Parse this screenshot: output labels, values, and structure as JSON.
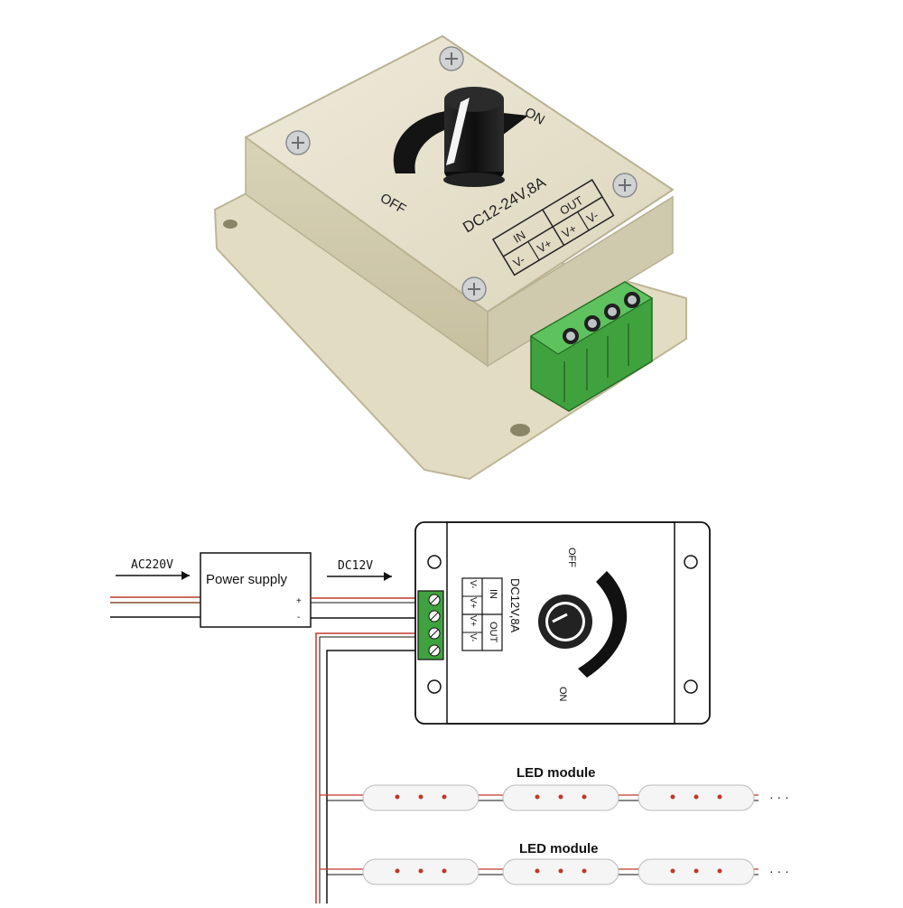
{
  "product_photo": {
    "knob_off_label": "OFF",
    "knob_on_label": "ON",
    "rating_label": "DC12-24V,8A",
    "terminal_table": {
      "headers": [
        "IN",
        "OUT"
      ],
      "pins": [
        "V-",
        "V+",
        "V+",
        "V-"
      ]
    },
    "colors": {
      "housing": "#e6e1c8",
      "knob": "#1a1a1a",
      "terminal_block": "#3fa23f"
    }
  },
  "wiring_diagram": {
    "input_voltage_label": "AC220V",
    "power_supply_label": "Power supply",
    "output_voltage_label": "DC12V",
    "psu_plus_label": "+",
    "psu_minus_label": "-",
    "dimmer": {
      "off_label": "OFF",
      "on_label": "ON",
      "rating_label": "DC12V,8A",
      "terminal_headers": [
        "IN",
        "OUT"
      ],
      "terminal_pins": [
        "V-",
        "V+",
        "V+",
        "V-"
      ]
    },
    "led_rows": [
      {
        "label": "LED module",
        "continuation": "· · ·"
      },
      {
        "label": "LED module",
        "continuation": "· · ·"
      }
    ],
    "colors": {
      "wire_red": "#c0392b",
      "terminal_green": "#3fa23f"
    }
  }
}
